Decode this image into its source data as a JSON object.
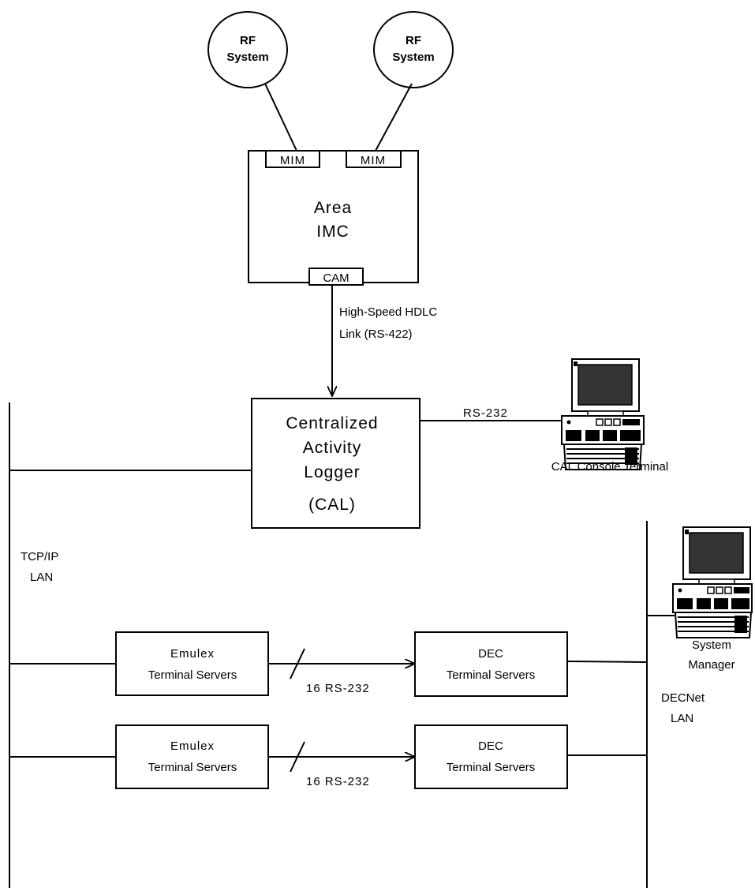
{
  "rf_systems": [
    {
      "line1": "RF",
      "line2": "System"
    },
    {
      "line1": "RF",
      "line2": "System"
    }
  ],
  "area_imc": {
    "line1": "Area",
    "line2": "IMC",
    "mim_left": "MIM",
    "mim_right": "MIM",
    "cam": "CAM"
  },
  "hdlc_link": {
    "line1": "High-Speed HDLC",
    "line2": "Link (RS-422)"
  },
  "cal": {
    "line1": "Centralized",
    "line2": "Activity",
    "line3": "Logger",
    "line4": "(CAL)"
  },
  "rs232_console_link": "RS-232",
  "console_terminal": "CAL Console Terminal",
  "tcpip_lan": {
    "line1": "TCP/IP",
    "line2": "LAN"
  },
  "decnet_lan": {
    "line1": "DECNet",
    "line2": "LAN"
  },
  "system_manager": {
    "line1": "System",
    "line2": "Manager"
  },
  "server_rows": [
    {
      "emulex": {
        "line1": "Emulex",
        "line2": "Terminal Servers"
      },
      "link": "16 RS-232",
      "dec": {
        "line1": "DEC",
        "line2": "Terminal Servers"
      }
    },
    {
      "emulex": {
        "line1": "Emulex",
        "line2": "Terminal Servers"
      },
      "link": "16 RS-232",
      "dec": {
        "line1": "DEC",
        "line2": "Terminal Servers"
      }
    }
  ]
}
